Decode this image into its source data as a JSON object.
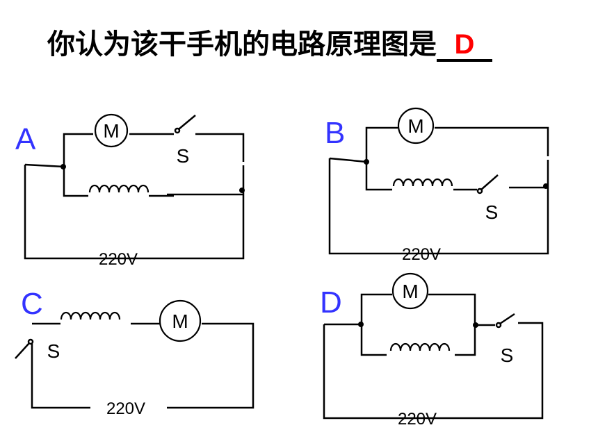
{
  "question": {
    "text": "你认为该干手机的电路原理图是",
    "answer": "D"
  },
  "options": [
    {
      "letter": "A",
      "motor_label": "M",
      "switch_label": "S",
      "voltage": "220V"
    },
    {
      "letter": "B",
      "motor_label": "M",
      "switch_label": "S",
      "voltage": "220V"
    },
    {
      "letter": "C",
      "motor_label": "M",
      "switch_label": "S",
      "voltage": "220V"
    },
    {
      "letter": "D",
      "motor_label": "M",
      "switch_label": "S",
      "voltage": "220V"
    }
  ],
  "colors": {
    "option_letter": "#3333ff",
    "answer": "#ff0000",
    "wire": "#000000"
  }
}
